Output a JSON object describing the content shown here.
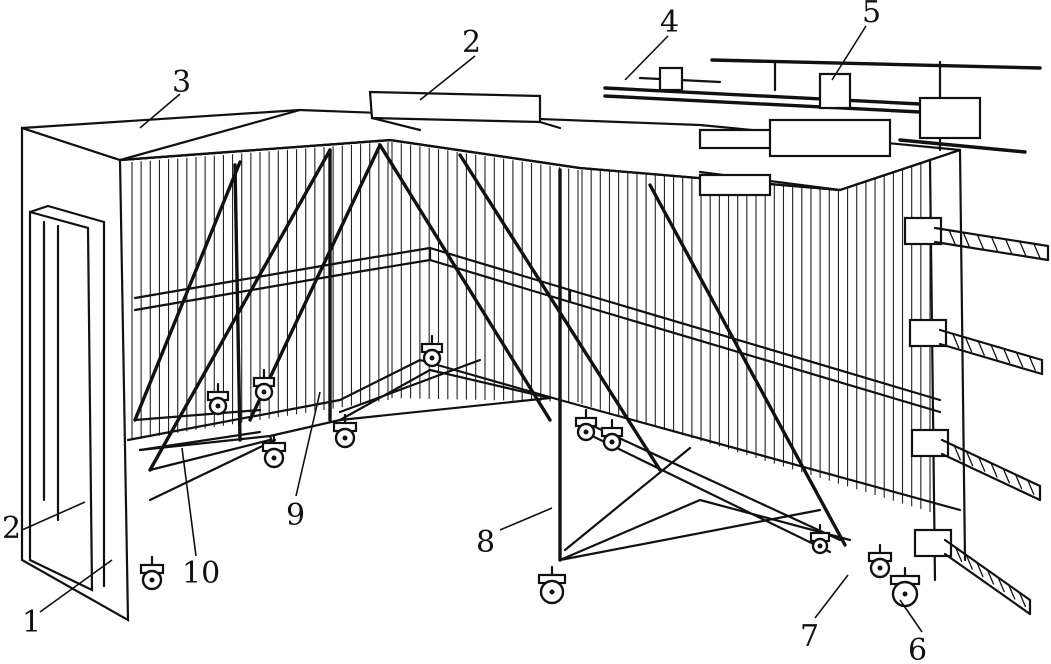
{
  "labels": {
    "l1": "1",
    "l2a": "2",
    "l2b": "2",
    "l3": "3",
    "l4": "4",
    "l5": "5",
    "l6": "6",
    "l7": "7",
    "l8": "8",
    "l9": "9",
    "l10": "10"
  }
}
